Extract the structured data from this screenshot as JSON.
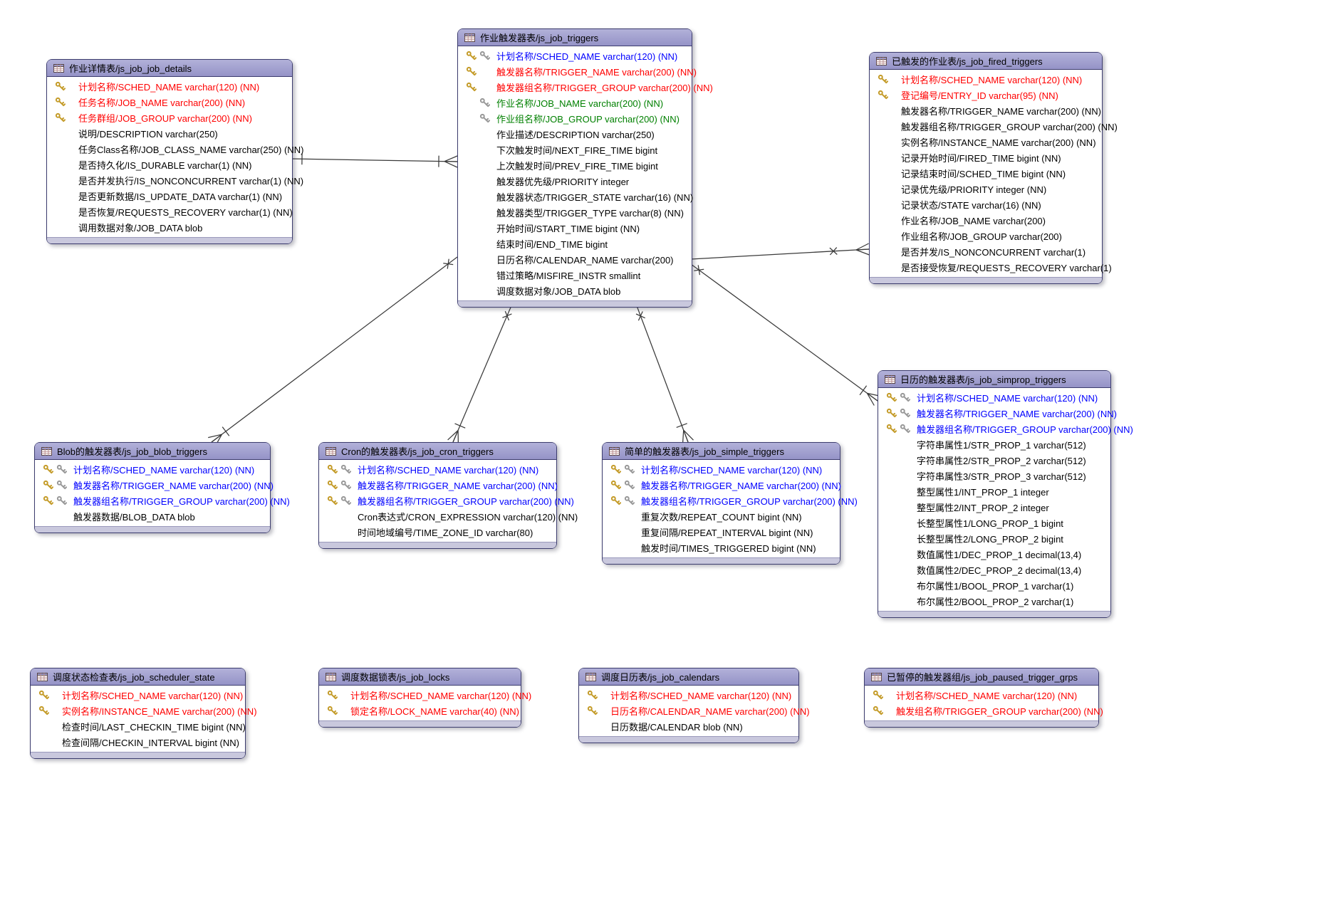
{
  "diagram": {
    "type": "entity-relationship",
    "subject": "Quartz 调度器数据库表结构 (js_job_* tables)"
  },
  "colors": {
    "primary_key_text": "#ff0000",
    "primary_foreign_key_text": "#0000ff",
    "foreign_key_text": "#008000",
    "regular_text": "#000000",
    "header_background": "#9b9acb",
    "footer_background": "#c9c8dd",
    "panel_border": "#3c3c6e",
    "relation_line": "#3a3a3a",
    "gold_key": "#c49b28",
    "silver_key": "#989898"
  },
  "tables": [
    {
      "id": "js_job_job_details",
      "title": "作业详情表/js_job_job_details",
      "fields": [
        {
          "label": "计划名称/SCHED_NAME varchar(120) (NN)",
          "role": "pk",
          "key_icons": [
            "gold-key"
          ]
        },
        {
          "label": "任务名称/JOB_NAME varchar(200) (NN)",
          "role": "pk",
          "key_icons": [
            "gold-key"
          ]
        },
        {
          "label": "任务群组/JOB_GROUP varchar(200) (NN)",
          "role": "pk",
          "key_icons": [
            "gold-key"
          ]
        },
        {
          "label": "说明/DESCRIPTION varchar(250)",
          "role": "regular",
          "key_icons": []
        },
        {
          "label": "任务Class名称/JOB_CLASS_NAME varchar(250) (NN)",
          "role": "regular",
          "key_icons": []
        },
        {
          "label": "是否持久化/IS_DURABLE varchar(1) (NN)",
          "role": "regular",
          "key_icons": []
        },
        {
          "label": "是否并发执行/IS_NONCONCURRENT varchar(1) (NN)",
          "role": "regular",
          "key_icons": []
        },
        {
          "label": "是否更新数据/IS_UPDATE_DATA varchar(1) (NN)",
          "role": "regular",
          "key_icons": []
        },
        {
          "label": "是否恢复/REQUESTS_RECOVERY varchar(1) (NN)",
          "role": "regular",
          "key_icons": []
        },
        {
          "label": "调用数据对象/JOB_DATA blob",
          "role": "regular",
          "key_icons": []
        }
      ]
    },
    {
      "id": "js_job_triggers",
      "title": "作业触发器表/js_job_triggers",
      "fields": [
        {
          "label": "计划名称/SCHED_NAME varchar(120) (NN)",
          "role": "pk_fk",
          "key_icons": [
            "gold-key",
            "silver-key"
          ]
        },
        {
          "label": "触发器名称/TRIGGER_NAME varchar(200) (NN)",
          "role": "pk",
          "key_icons": [
            "gold-key",
            ""
          ]
        },
        {
          "label": "触发器组名称/TRIGGER_GROUP varchar(200) (NN)",
          "role": "pk",
          "key_icons": [
            "gold-key",
            ""
          ]
        },
        {
          "label": "作业名称/JOB_NAME varchar(200) (NN)",
          "role": "fk",
          "key_icons": [
            "",
            "silver-key"
          ]
        },
        {
          "label": "作业组名称/JOB_GROUP varchar(200) (NN)",
          "role": "fk",
          "key_icons": [
            "",
            "silver-key"
          ]
        },
        {
          "label": "作业描述/DESCRIPTION varchar(250)",
          "role": "regular",
          "key_icons": []
        },
        {
          "label": "下次触发时间/NEXT_FIRE_TIME bigint",
          "role": "regular",
          "key_icons": []
        },
        {
          "label": "上次触发时间/PREV_FIRE_TIME bigint",
          "role": "regular",
          "key_icons": []
        },
        {
          "label": "触发器优先级/PRIORITY integer",
          "role": "regular",
          "key_icons": []
        },
        {
          "label": "触发器状态/TRIGGER_STATE varchar(16) (NN)",
          "role": "regular",
          "key_icons": []
        },
        {
          "label": "触发器类型/TRIGGER_TYPE varchar(8) (NN)",
          "role": "regular",
          "key_icons": []
        },
        {
          "label": "开始时间/START_TIME bigint (NN)",
          "role": "regular",
          "key_icons": []
        },
        {
          "label": "结束时间/END_TIME bigint",
          "role": "regular",
          "key_icons": []
        },
        {
          "label": "日历名称/CALENDAR_NAME varchar(200)",
          "role": "regular",
          "key_icons": []
        },
        {
          "label": "错过策略/MISFIRE_INSTR smallint",
          "role": "regular",
          "key_icons": []
        },
        {
          "label": "调度数据对象/JOB_DATA blob",
          "role": "regular",
          "key_icons": []
        }
      ]
    },
    {
      "id": "js_job_fired_triggers",
      "title": "已触发的作业表/js_job_fired_triggers",
      "fields": [
        {
          "label": "计划名称/SCHED_NAME varchar(120) (NN)",
          "role": "pk",
          "key_icons": [
            "gold-key"
          ]
        },
        {
          "label": "登记编号/ENTRY_ID varchar(95) (NN)",
          "role": "pk",
          "key_icons": [
            "gold-key"
          ]
        },
        {
          "label": "触发器名称/TRIGGER_NAME varchar(200) (NN)",
          "role": "regular",
          "key_icons": []
        },
        {
          "label": "触发器组名称/TRIGGER_GROUP varchar(200) (NN)",
          "role": "regular",
          "key_icons": []
        },
        {
          "label": "实例名称/INSTANCE_NAME varchar(200) (NN)",
          "role": "regular",
          "key_icons": []
        },
        {
          "label": "记录开始时间/FIRED_TIME bigint (NN)",
          "role": "regular",
          "key_icons": []
        },
        {
          "label": "记录结束时间/SCHED_TIME bigint (NN)",
          "role": "regular",
          "key_icons": []
        },
        {
          "label": "记录优先级/PRIORITY integer (NN)",
          "role": "regular",
          "key_icons": []
        },
        {
          "label": "记录状态/STATE varchar(16) (NN)",
          "role": "regular",
          "key_icons": []
        },
        {
          "label": "作业名称/JOB_NAME varchar(200)",
          "role": "regular",
          "key_icons": []
        },
        {
          "label": "作业组名称/JOB_GROUP varchar(200)",
          "role": "regular",
          "key_icons": []
        },
        {
          "label": "是否并发/IS_NONCONCURRENT varchar(1)",
          "role": "regular",
          "key_icons": []
        },
        {
          "label": "是否接受恢复/REQUESTS_RECOVERY varchar(1)",
          "role": "regular",
          "key_icons": []
        }
      ]
    },
    {
      "id": "js_job_blob_triggers",
      "title": "Blob的触发器表/js_job_blob_triggers",
      "fields": [
        {
          "label": "计划名称/SCHED_NAME varchar(120) (NN)",
          "role": "pk_fk",
          "key_icons": [
            "gold-key",
            "silver-key"
          ]
        },
        {
          "label": "触发器名称/TRIGGER_NAME varchar(200) (NN)",
          "role": "pk_fk",
          "key_icons": [
            "gold-key",
            "silver-key"
          ]
        },
        {
          "label": "触发器组名称/TRIGGER_GROUP varchar(200) (NN)",
          "role": "pk_fk",
          "key_icons": [
            "gold-key",
            "silver-key"
          ]
        },
        {
          "label": "触发器数据/BLOB_DATA blob",
          "role": "regular",
          "key_icons": []
        }
      ]
    },
    {
      "id": "js_job_cron_triggers",
      "title": "Cron的触发器表/js_job_cron_triggers",
      "fields": [
        {
          "label": "计划名称/SCHED_NAME varchar(120) (NN)",
          "role": "pk_fk",
          "key_icons": [
            "gold-key",
            "silver-key"
          ]
        },
        {
          "label": "触发器名称/TRIGGER_NAME varchar(200) (NN)",
          "role": "pk_fk",
          "key_icons": [
            "gold-key",
            "silver-key"
          ]
        },
        {
          "label": "触发器组名称/TRIGGER_GROUP varchar(200) (NN)",
          "role": "pk_fk",
          "key_icons": [
            "gold-key",
            "silver-key"
          ]
        },
        {
          "label": "Cron表达式/CRON_EXPRESSION varchar(120) (NN)",
          "role": "regular",
          "key_icons": []
        },
        {
          "label": "时间地域编号/TIME_ZONE_ID varchar(80)",
          "role": "regular",
          "key_icons": []
        }
      ]
    },
    {
      "id": "js_job_simple_triggers",
      "title": "简单的触发器表/js_job_simple_triggers",
      "fields": [
        {
          "label": "计划名称/SCHED_NAME varchar(120) (NN)",
          "role": "pk_fk",
          "key_icons": [
            "gold-key",
            "silver-key"
          ]
        },
        {
          "label": "触发器名称/TRIGGER_NAME varchar(200) (NN)",
          "role": "pk_fk",
          "key_icons": [
            "gold-key",
            "silver-key"
          ]
        },
        {
          "label": "触发器组名称/TRIGGER_GROUP varchar(200) (NN)",
          "role": "pk_fk",
          "key_icons": [
            "gold-key",
            "silver-key"
          ]
        },
        {
          "label": "重复次数/REPEAT_COUNT bigint (NN)",
          "role": "regular",
          "key_icons": []
        },
        {
          "label": "重复间隔/REPEAT_INTERVAL bigint (NN)",
          "role": "regular",
          "key_icons": []
        },
        {
          "label": "触发时间/TIMES_TRIGGERED bigint (NN)",
          "role": "regular",
          "key_icons": []
        }
      ]
    },
    {
      "id": "js_job_simprop_triggers",
      "title": "日历的触发器表/js_job_simprop_triggers",
      "fields": [
        {
          "label": "计划名称/SCHED_NAME varchar(120) (NN)",
          "role": "pk_fk",
          "key_icons": [
            "gold-key",
            "silver-key"
          ]
        },
        {
          "label": "触发器名称/TRIGGER_NAME varchar(200) (NN)",
          "role": "pk_fk",
          "key_icons": [
            "gold-key",
            "silver-key"
          ]
        },
        {
          "label": "触发器组名称/TRIGGER_GROUP varchar(200) (NN)",
          "role": "pk_fk",
          "key_icons": [
            "gold-key",
            "silver-key"
          ]
        },
        {
          "label": "字符串属性1/STR_PROP_1 varchar(512)",
          "role": "regular",
          "key_icons": []
        },
        {
          "label": "字符串属性2/STR_PROP_2 varchar(512)",
          "role": "regular",
          "key_icons": []
        },
        {
          "label": "字符串属性3/STR_PROP_3 varchar(512)",
          "role": "regular",
          "key_icons": []
        },
        {
          "label": "整型属性1/INT_PROP_1 integer",
          "role": "regular",
          "key_icons": []
        },
        {
          "label": "整型属性2/INT_PROP_2 integer",
          "role": "regular",
          "key_icons": []
        },
        {
          "label": "长整型属性1/LONG_PROP_1 bigint",
          "role": "regular",
          "key_icons": []
        },
        {
          "label": "长整型属性2/LONG_PROP_2 bigint",
          "role": "regular",
          "key_icons": []
        },
        {
          "label": "数值属性1/DEC_PROP_1 decimal(13,4)",
          "role": "regular",
          "key_icons": []
        },
        {
          "label": "数值属性2/DEC_PROP_2 decimal(13,4)",
          "role": "regular",
          "key_icons": []
        },
        {
          "label": "布尔属性1/BOOL_PROP_1 varchar(1)",
          "role": "regular",
          "key_icons": []
        },
        {
          "label": "布尔属性2/BOOL_PROP_2 varchar(1)",
          "role": "regular",
          "key_icons": []
        }
      ]
    },
    {
      "id": "js_job_scheduler_state",
      "title": "调度状态检查表/js_job_scheduler_state",
      "fields": [
        {
          "label": "计划名称/SCHED_NAME varchar(120) (NN)",
          "role": "pk",
          "key_icons": [
            "gold-key"
          ]
        },
        {
          "label": "实例名称/INSTANCE_NAME varchar(200) (NN)",
          "role": "pk",
          "key_icons": [
            "gold-key"
          ]
        },
        {
          "label": "检查时间/LAST_CHECKIN_TIME bigint (NN)",
          "role": "regular",
          "key_icons": []
        },
        {
          "label": "检查间隔/CHECKIN_INTERVAL bigint (NN)",
          "role": "regular",
          "key_icons": []
        }
      ]
    },
    {
      "id": "js_job_locks",
      "title": "调度数据锁表/js_job_locks",
      "fields": [
        {
          "label": "计划名称/SCHED_NAME varchar(120) (NN)",
          "role": "pk",
          "key_icons": [
            "gold-key"
          ]
        },
        {
          "label": "锁定名称/LOCK_NAME varchar(40) (NN)",
          "role": "pk",
          "key_icons": [
            "gold-key"
          ]
        }
      ]
    },
    {
      "id": "js_job_calendars",
      "title": "调度日历表/js_job_calendars",
      "fields": [
        {
          "label": "计划名称/SCHED_NAME varchar(120) (NN)",
          "role": "pk",
          "key_icons": [
            "gold-key"
          ]
        },
        {
          "label": "日历名称/CALENDAR_NAME varchar(200) (NN)",
          "role": "pk",
          "key_icons": [
            "gold-key"
          ]
        },
        {
          "label": "日历数据/CALENDAR blob (NN)",
          "role": "regular",
          "key_icons": []
        }
      ]
    },
    {
      "id": "js_job_paused_trigger_grps",
      "title": "已暂停的触发器组/js_job_paused_trigger_grps",
      "fields": [
        {
          "label": "计划名称/SCHED_NAME varchar(120) (NN)",
          "role": "pk",
          "key_icons": [
            "gold-key"
          ]
        },
        {
          "label": "触发组名称/TRIGGER_GROUP varchar(200) (NN)",
          "role": "pk",
          "key_icons": [
            "gold-key"
          ]
        }
      ]
    }
  ],
  "relations": [
    {
      "from": "js_job_job_details",
      "to": "js_job_triggers",
      "many_end": "js_job_triggers"
    },
    {
      "from": "js_job_triggers",
      "to": "js_job_blob_triggers",
      "many_end": "js_job_blob_triggers"
    },
    {
      "from": "js_job_triggers",
      "to": "js_job_cron_triggers",
      "many_end": "js_job_cron_triggers"
    },
    {
      "from": "js_job_triggers",
      "to": "js_job_simple_triggers",
      "many_end": "js_job_simple_triggers"
    },
    {
      "from": "js_job_triggers",
      "to": "js_job_simprop_triggers",
      "many_end": "js_job_simprop_triggers"
    },
    {
      "from": "js_job_triggers",
      "to": "js_job_fired_triggers",
      "many_end": "js_job_fired_triggers"
    }
  ]
}
